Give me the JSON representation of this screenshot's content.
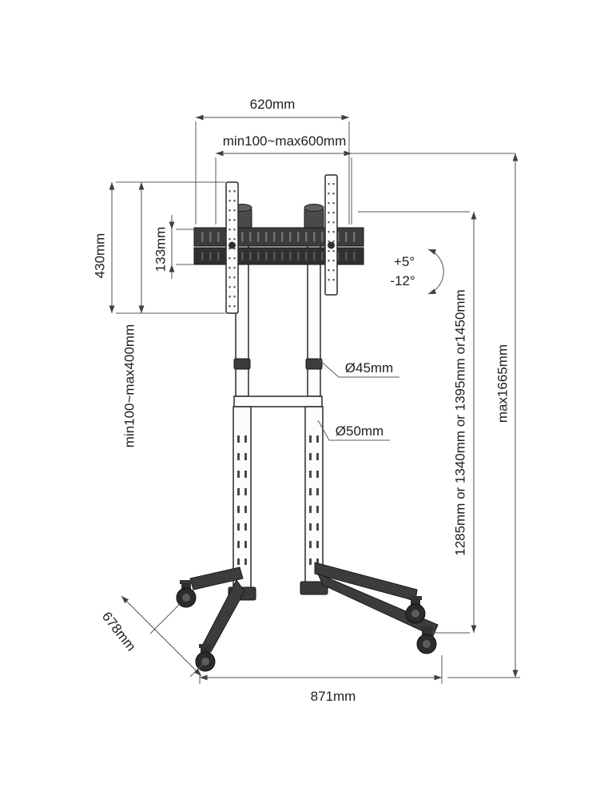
{
  "diagram": {
    "dimensions": {
      "top_width": "620mm",
      "vesa_width_range": "min100~max600mm",
      "bracket_height": "430mm",
      "rail_height": "133mm",
      "vesa_height_range": "min100~max400mm",
      "tilt_up": "+5°",
      "tilt_down": "-12°",
      "upper_pole_diameter": "Ø45mm",
      "lower_pole_diameter": "Ø50mm",
      "height_options": "1285mm or 1340mm or 1395mm or1450mm",
      "max_height": "max1665mm",
      "base_depth": "678mm",
      "base_width": "871mm"
    },
    "colors": {
      "background": "#ffffff",
      "line": "#4d4d4d",
      "dark_part": "#3c3c3c",
      "light_part": "#fcfcfc",
      "text": "#1e1e1e"
    }
  }
}
